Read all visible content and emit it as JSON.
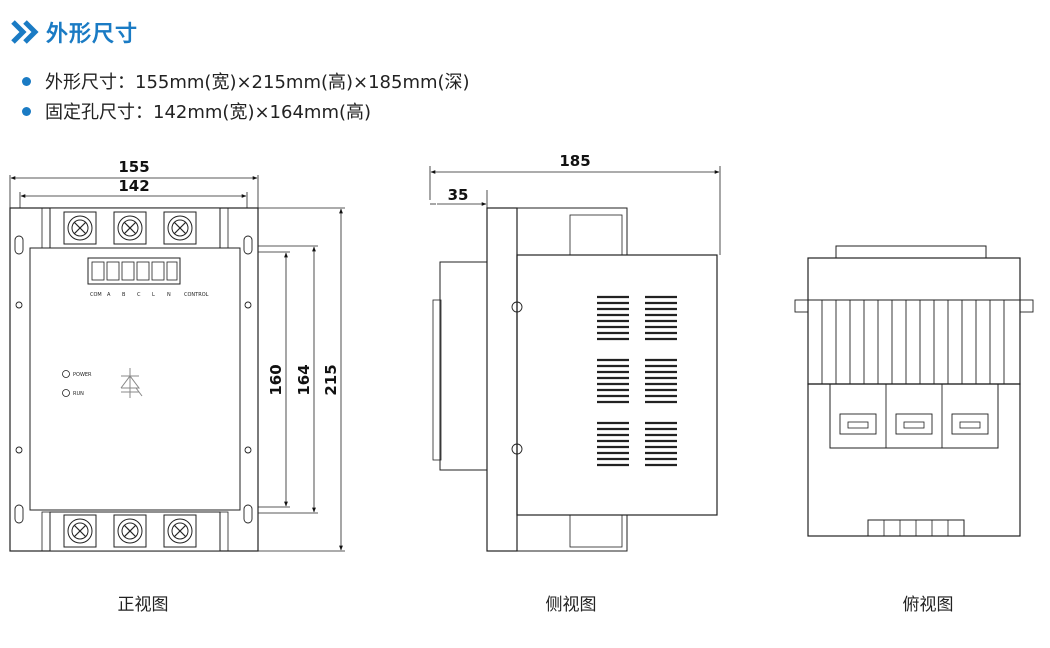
{
  "header": {
    "title": "外形尺寸",
    "icon": "double-chevron-right-icon",
    "accent_color": "#1a7bc4"
  },
  "specs": [
    {
      "label": "外形尺寸：155mm(宽)×215mm(高)×185mm(深)"
    },
    {
      "label": "固定孔尺寸：142mm(宽)×164mm(高)"
    }
  ],
  "front_view": {
    "caption": "正视图",
    "dim_width": "155",
    "dim_hole_width": "142",
    "dim_inner_height": "160",
    "dim_hole_height": "164",
    "dim_height": "215",
    "terminal_labels": [
      "COM",
      "A",
      "B",
      "C",
      "L",
      "N",
      "CONTROL"
    ],
    "led_labels": [
      "POWER",
      "RUN"
    ]
  },
  "side_view": {
    "caption": "侧视图",
    "dim_depth": "185",
    "dim_offset": "35"
  },
  "top_view": {
    "caption": "俯视图"
  }
}
